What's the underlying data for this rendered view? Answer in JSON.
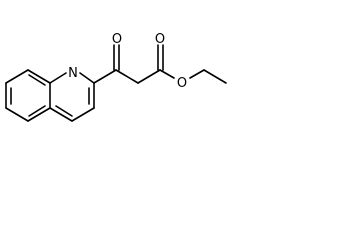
{
  "structure": {
    "atoms": {
      "ring_nitrogen": "N",
      "ketone_oxygen": "O",
      "ester_carbonyl_oxygen": "O",
      "ester_oxygen": "O"
    },
    "colors": {
      "bond": "#000000",
      "label": "#000000",
      "background": "#ffffff"
    }
  }
}
